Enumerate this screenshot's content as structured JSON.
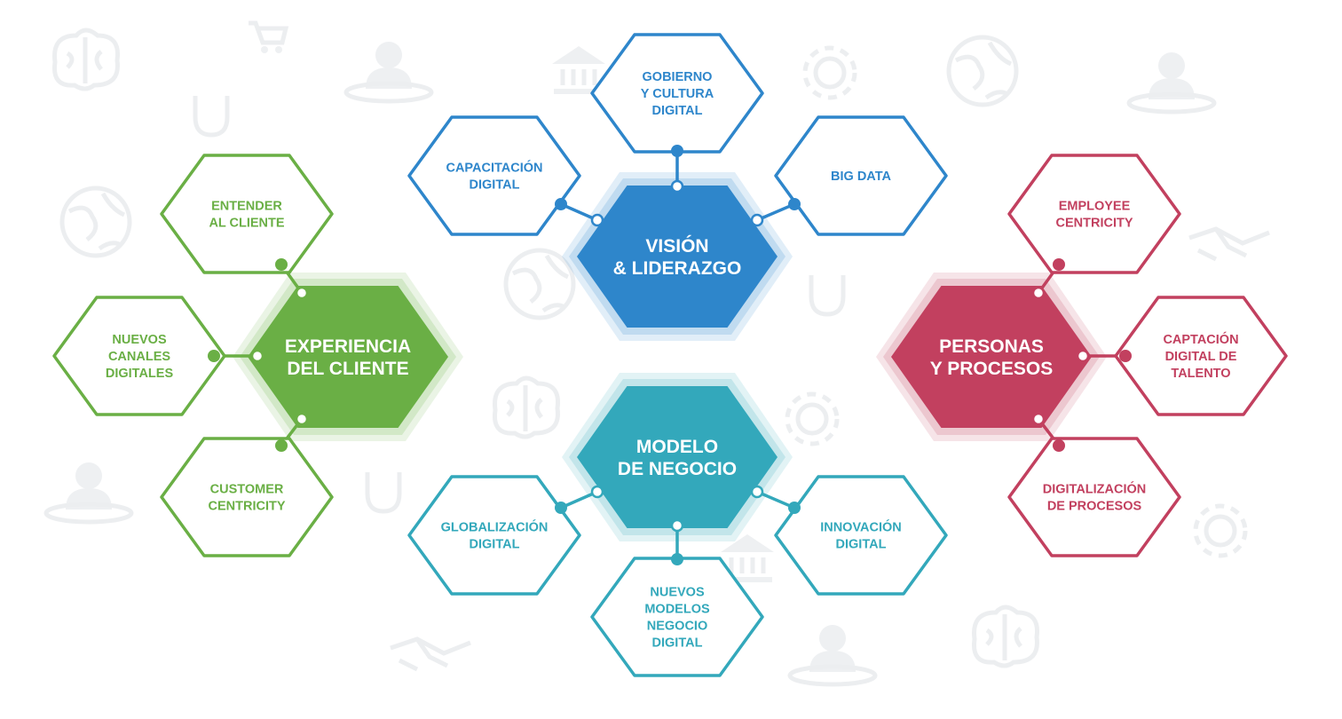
{
  "colors": {
    "green": "#6aaf45",
    "blue": "#2e86cb",
    "teal": "#33a8bb",
    "magenta": "#c2405f",
    "background": "#ffffff",
    "watermark": "#eceef0"
  },
  "background_icons": [
    "brain-icon",
    "globe-icon",
    "person-icon",
    "gear-icon",
    "cart-icon",
    "bank-icon",
    "magnet-icon",
    "handshake-icon"
  ],
  "hubs": {
    "vision": {
      "lines": [
        "VISIÓN",
        "& LIDERAZGO"
      ]
    },
    "customer": {
      "lines": [
        "EXPERIENCIA",
        "DEL CLIENTE"
      ]
    },
    "business": {
      "lines": [
        "MODELO",
        "DE NEGOCIO"
      ]
    },
    "people": {
      "lines": [
        "PERSONAS",
        "Y PROCESOS"
      ]
    }
  },
  "satellites": {
    "gobierno": {
      "lines": [
        "GOBIERNO",
        "Y CULTURA",
        "DIGITAL"
      ]
    },
    "capacitacion": {
      "lines": [
        "CAPACITACIÓN",
        "DIGITAL"
      ]
    },
    "bigdata": {
      "lines": [
        "BIG DATA"
      ]
    },
    "entender": {
      "lines": [
        "ENTENDER",
        "AL CLIENTE"
      ]
    },
    "canales": {
      "lines": [
        "NUEVOS",
        "CANALES",
        "DIGITALES"
      ]
    },
    "customer_centricity": {
      "lines": [
        "CUSTOMER",
        "CENTRICITY"
      ]
    },
    "globalizacion": {
      "lines": [
        "GLOBALIZACIÓN",
        "DIGITAL"
      ]
    },
    "innovacion": {
      "lines": [
        "INNOVACIÓN",
        "DIGITAL"
      ]
    },
    "nuevos_modelos": {
      "lines": [
        "NUEVOS",
        "MODELOS",
        "NEGOCIO",
        "DIGITAL"
      ]
    },
    "employee": {
      "lines": [
        "EMPLOYEE",
        "CENTRICITY"
      ]
    },
    "captacion": {
      "lines": [
        "CAPTACIÓN",
        "DIGITAL DE",
        "TALENTO"
      ]
    },
    "digitalizacion": {
      "lines": [
        "DIGITALIZACIÓN",
        "DE PROCESOS"
      ]
    }
  }
}
